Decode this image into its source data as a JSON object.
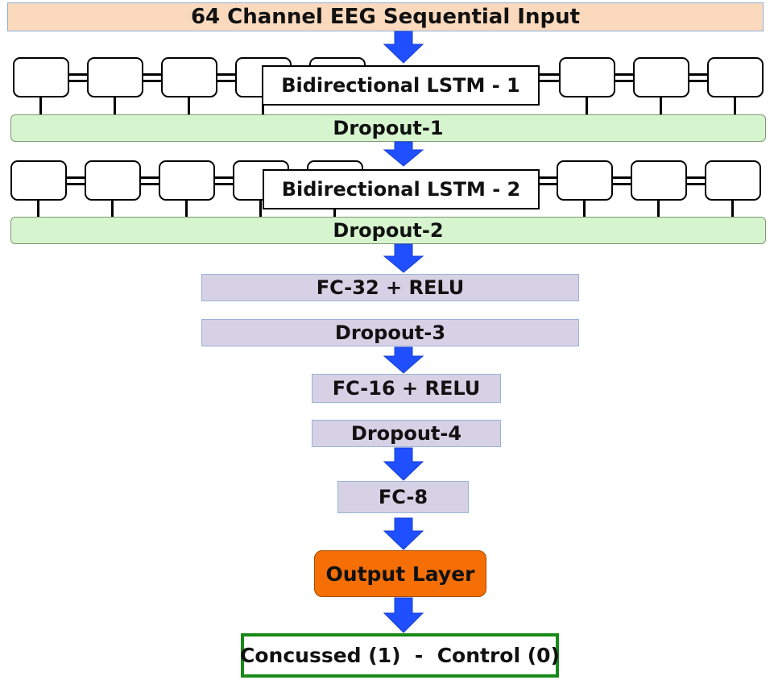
{
  "input": {
    "label": "64 Channel EEG Sequential Input"
  },
  "lstm_1": {
    "label": "Bidirectional LSTM - 1"
  },
  "dropout_1": {
    "label": "Dropout-1"
  },
  "lstm_2": {
    "label": "Bidirectional LSTM - 2"
  },
  "dropout_2": {
    "label": "Dropout-2"
  },
  "fc_32": {
    "label": "FC-32 + RELU"
  },
  "dropout_3": {
    "label": "Dropout-3"
  },
  "fc_16": {
    "label": "FC-16 + RELU"
  },
  "dropout_4": {
    "label": "Dropout-4"
  },
  "fc_8": {
    "label": "FC-8"
  },
  "output_layer": {
    "label": "Output Layer"
  },
  "classes": {
    "label": "Concussed (1)  -  Control (0)"
  },
  "colors": {
    "input_fill": "#fbd9bd",
    "dropout_fill": "#d6f5cf",
    "dense_fill": "#d7d1e6",
    "output_fill": "#f56f06",
    "result_border": "#178a17",
    "arrow": "#1f4fff"
  }
}
